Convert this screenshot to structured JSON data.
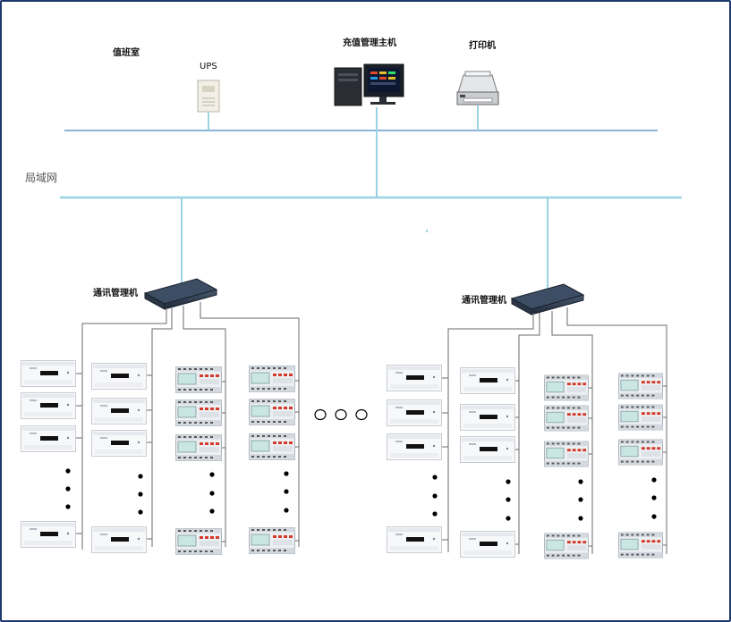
{
  "labels": {
    "duty_room": "值班室",
    "ups": "UPS",
    "host": "充值管理主机",
    "printer": "打印机",
    "lan": "局域网",
    "comm_left": "通讯管理机",
    "comm_right": "通讯管理机"
  },
  "colors": {
    "bus": "#8ab4d8",
    "link": "#9ad3e3",
    "wire": "#6a6a6a",
    "switch": "#2f3e52",
    "frame": "#1e3a6e"
  },
  "icons": {
    "ups": "ups-icon",
    "host": "computer-icon",
    "printer": "printer-icon",
    "switch": "switch-icon",
    "meter_single": "single-phase-meter-icon",
    "meter_three": "three-phase-meter-icon"
  }
}
